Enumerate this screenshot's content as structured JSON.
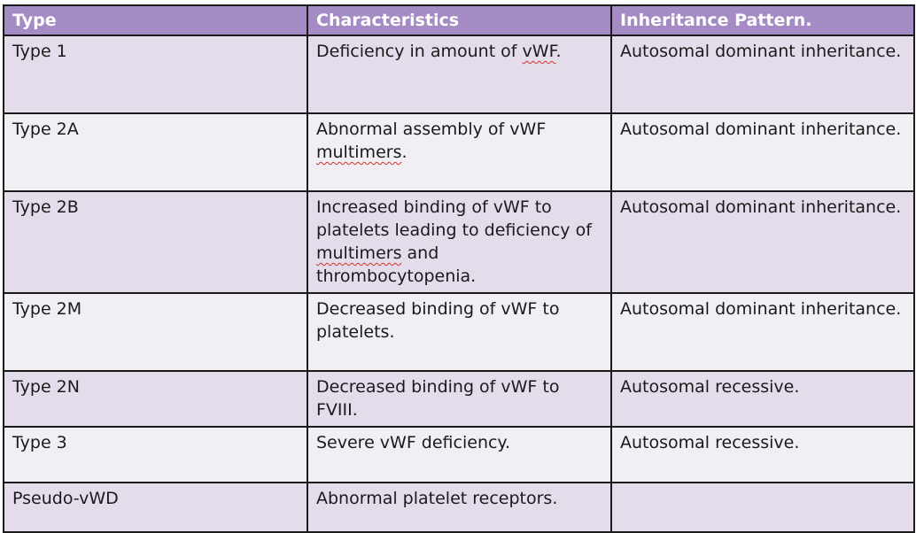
{
  "table": {
    "headers": [
      "Type",
      "Characteristics",
      "Inheritance Pattern."
    ],
    "rows": [
      {
        "type": "Type 1",
        "characteristics_pre": "Deficiency in amount of ",
        "characteristics_flag": "vWF",
        "characteristics_post": ".",
        "inheritance": "Autosomal dominant inheritance."
      },
      {
        "type": "Type 2A",
        "characteristics_pre": "Abnormal assembly of vWF ",
        "characteristics_flag": "multimers",
        "characteristics_post": ".",
        "inheritance": "Autosomal dominant inheritance."
      },
      {
        "type": "Type 2B",
        "characteristics_pre": "Increased binding of vWF to platelets leading to deficiency of ",
        "characteristics_flag": "multimers",
        "characteristics_post": " and thrombocytopenia.",
        "inheritance": "Autosomal dominant inheritance."
      },
      {
        "type": "Type 2M",
        "characteristics": "Decreased binding of vWF to platelets.",
        "inheritance": "Autosomal dominant inheritance."
      },
      {
        "type": "Type 2N",
        "characteristics": "Decreased binding of vWF to FVIII.",
        "inheritance": "Autosomal recessive."
      },
      {
        "type": "Type 3",
        "characteristics": "Severe vWF deficiency.",
        "inheritance": "Autosomal recessive."
      },
      {
        "type": "Pseudo-vWD",
        "characteristics": "Abnormal platelet receptors.",
        "inheritance": ""
      }
    ]
  },
  "colors": {
    "header_bg": "#a58bc4",
    "header_text": "#ffffff",
    "row_odd_bg": "#e4dceb",
    "row_even_bg": "#f1eef4",
    "border": "#1a1a1a",
    "spellcheck_underline": "#d0342c"
  }
}
